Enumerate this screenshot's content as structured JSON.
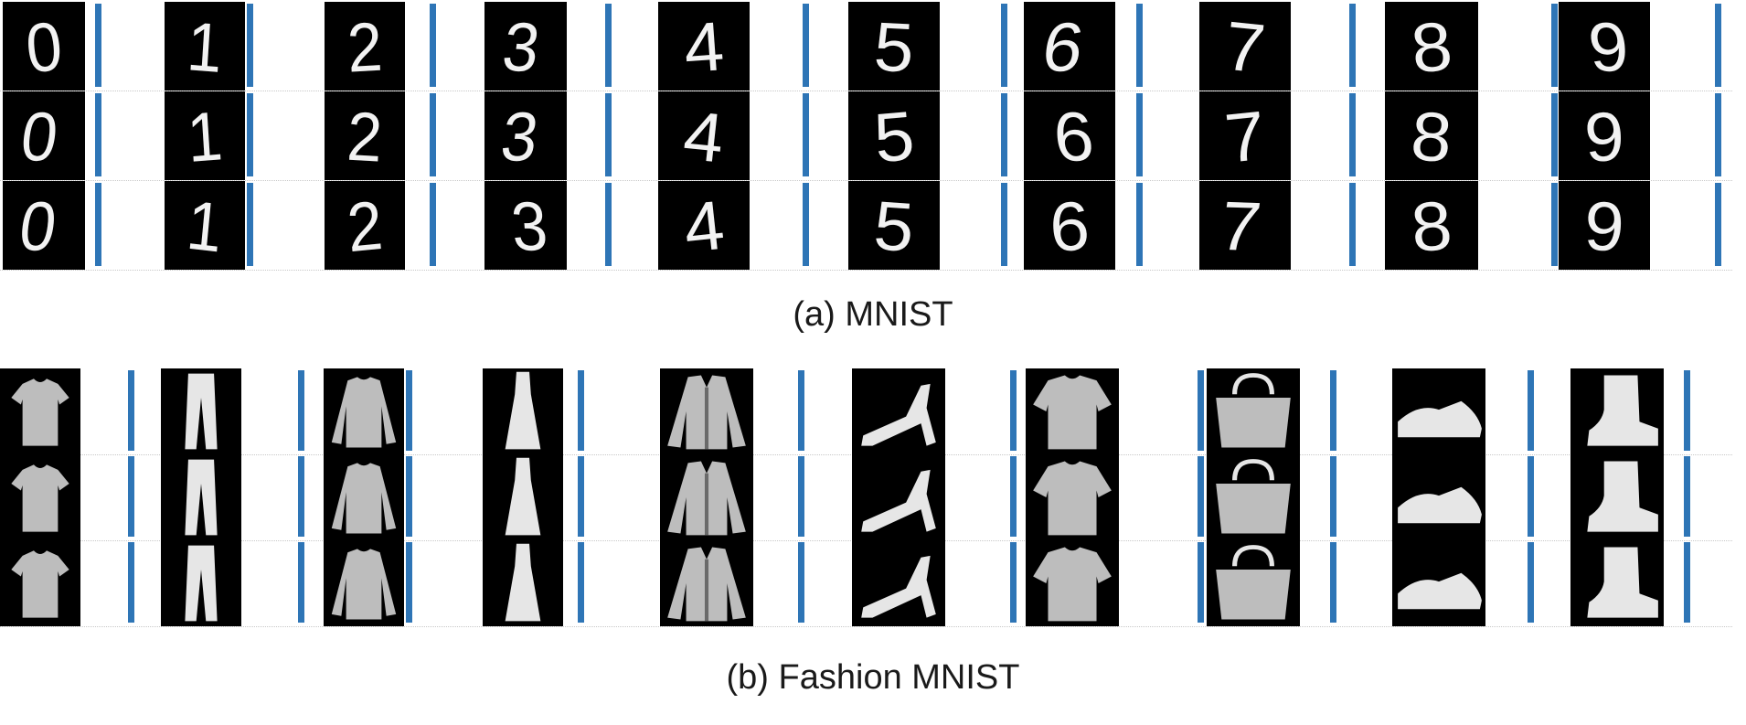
{
  "captions": {
    "mnist": "(a) MNIST",
    "fashion": "(b) Fashion MNIST"
  },
  "mnist": {
    "digits": [
      "0",
      "1",
      "2",
      "3",
      "4",
      "5",
      "6",
      "7",
      "8",
      "9"
    ],
    "rows": 3
  },
  "fashion": {
    "items": [
      "t-shirt-icon",
      "trouser-icon",
      "pullover-icon",
      "dress-icon",
      "coat-icon",
      "sandal-icon",
      "shirt-icon",
      "bag-icon",
      "sneaker-icon",
      "ankle-boot-icon"
    ],
    "rows": 3
  },
  "colors": {
    "separator": "#2e75b6",
    "tile_background": "#000000",
    "glyph": "#f2f2f2"
  }
}
